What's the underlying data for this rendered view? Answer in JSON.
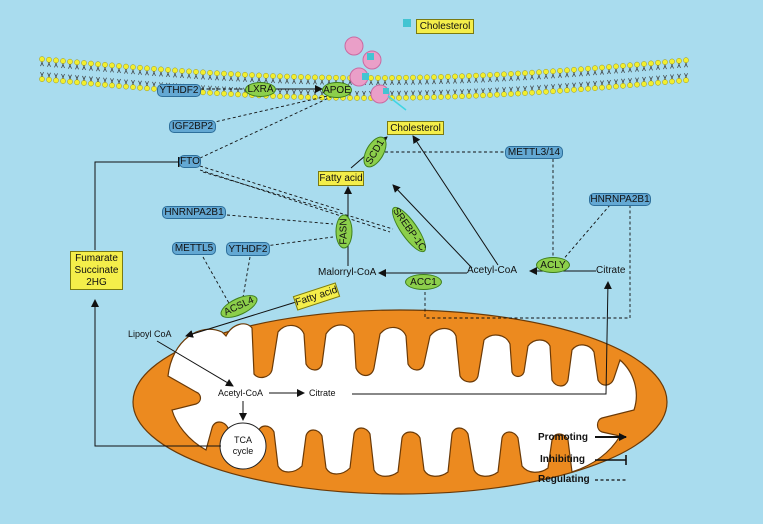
{
  "nodes": {
    "cholesterol_top": "Cholesterol",
    "ythdf2_top": "YTHDF2",
    "lxra": "LXRA",
    "apoe": "APOE",
    "igf2bp2": "IGF2BP2",
    "fto": "FTO",
    "cholesterol_mid": "Cholesterol",
    "scd1": "SCD1",
    "mettl3_14": "METTL3/14",
    "fatty_acid_top": "Fatty acid",
    "hnrnpa2b1_left": "HNRNPA2B1",
    "hnrnpa2b1_right": "HNRNPA2B1",
    "srebp1c": "SREBP-1C",
    "fasn": "FASN",
    "mettl5": "METTL5",
    "ythdf2_low": "YTHDF2",
    "fumarate_box": [
      "Fumarate",
      "Succinate",
      "2HG"
    ],
    "malonyl_coa": "Malorryl-CoA",
    "acetyl_coa_top": "Acetyl-CoA",
    "acly": "ACLY",
    "citrate_top": "Citrate",
    "acc1": "ACC1",
    "acsl4": "ACSL4",
    "fatty_acid_low": "Fatty acid",
    "lipoyl_coa": "Lipoyl CoA",
    "acetyl_coa_mito": "Acetyl-CoA",
    "citrate_mito": "Citrate",
    "tca": [
      "TCA",
      "cycle"
    ]
  },
  "legend": {
    "promoting": "Promoting",
    "inhibiting": "Inhibiting",
    "regulating": "Regulating"
  },
  "colors": {
    "background": "#a9dcee",
    "mitochondrion": "#ec8a1f",
    "enzyme_oval": "#8ccf4b",
    "regulator_pill": "#63a8d3",
    "metabolite_box": "#f4ee4a",
    "lipoprotein": "#ea9fc8",
    "membrane_head": "#f2ee2e"
  }
}
